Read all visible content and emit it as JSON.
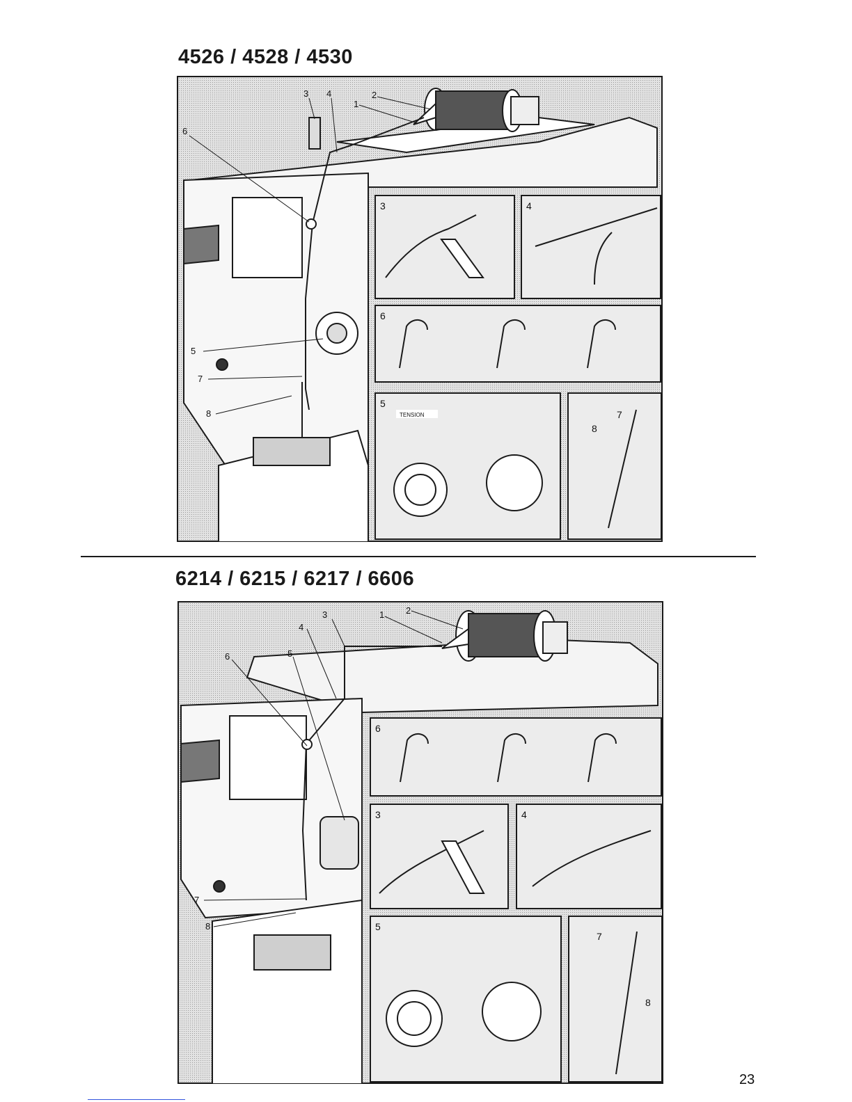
{
  "figure_a": {
    "heading": "4526 / 4528 / 4530",
    "callouts": [
      "1",
      "2",
      "3",
      "4",
      "5",
      "6",
      "7",
      "8"
    ],
    "panels": [
      "3",
      "4",
      "6",
      "5",
      "7",
      "8"
    ],
    "tension_text": "TENSION"
  },
  "figure_b": {
    "heading": "6214 / 6215 / 6217 / 6606",
    "callouts": [
      "1",
      "2",
      "3",
      "4",
      "5",
      "6",
      "7",
      "8"
    ],
    "panels": [
      "6",
      "3",
      "4",
      "5",
      "7",
      "8"
    ]
  },
  "page": {
    "number": "23"
  },
  "colors": {
    "screen_tone": "#d9d9d9",
    "ink": "#1a1a1a",
    "paper": "#ffffff"
  }
}
